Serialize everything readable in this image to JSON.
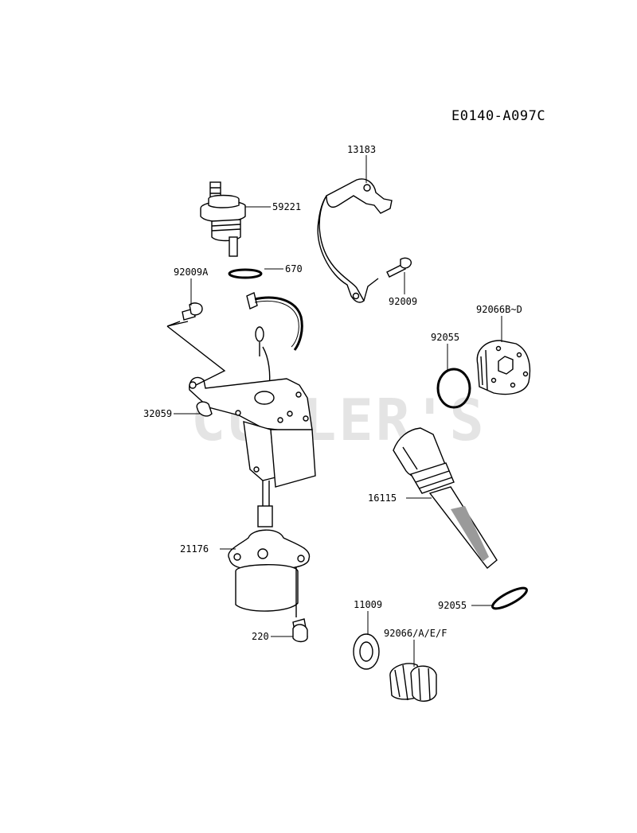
{
  "diagram_code": "E0140-A097C",
  "watermark": "CUTLER'S",
  "labels": {
    "p13183": "13183",
    "p59221": "59221",
    "p670": "670",
    "p92009A": "92009A",
    "p92009": "92009",
    "p92066BD": "92066B~D",
    "p92055_top": "92055",
    "p32059": "32059",
    "p16115": "16115",
    "p21176": "21176",
    "p92055_bottom": "92055",
    "p11009": "11009",
    "p92066AEF": "92066/A/E/F",
    "p220": "220"
  }
}
